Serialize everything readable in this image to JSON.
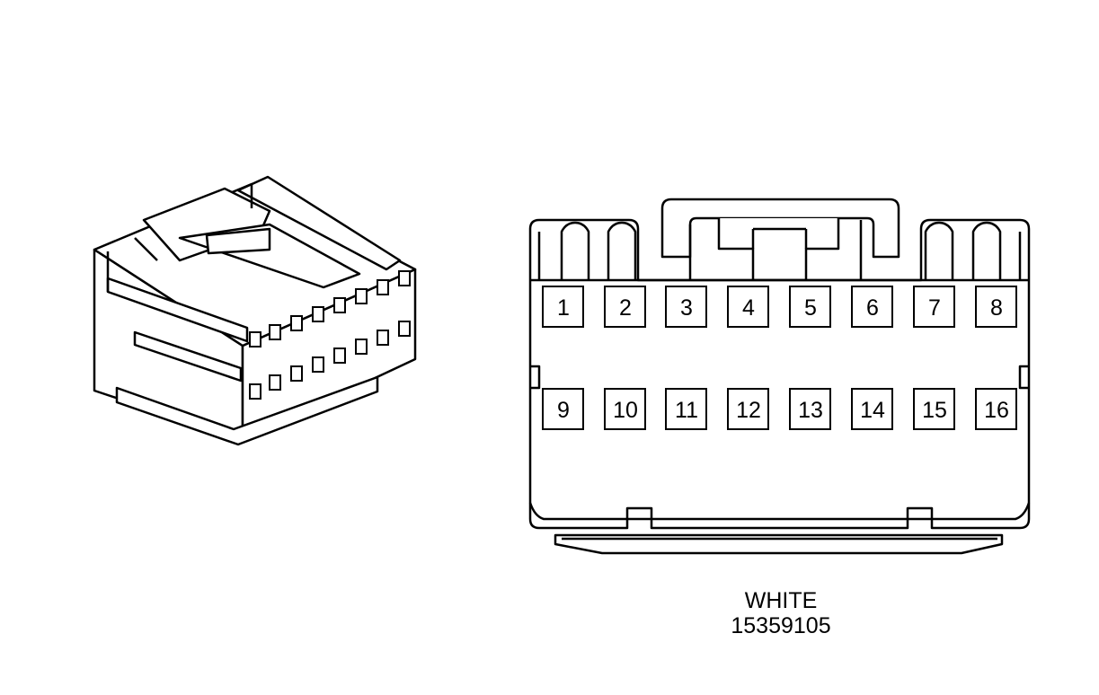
{
  "connector": {
    "color": "WHITE",
    "part_number": "15359105"
  },
  "pins": {
    "row_top": [
      "1",
      "2",
      "3",
      "4",
      "5",
      "6",
      "7",
      "8"
    ],
    "row_bottom": [
      "9",
      "10",
      "11",
      "12",
      "13",
      "14",
      "15",
      "16"
    ]
  }
}
